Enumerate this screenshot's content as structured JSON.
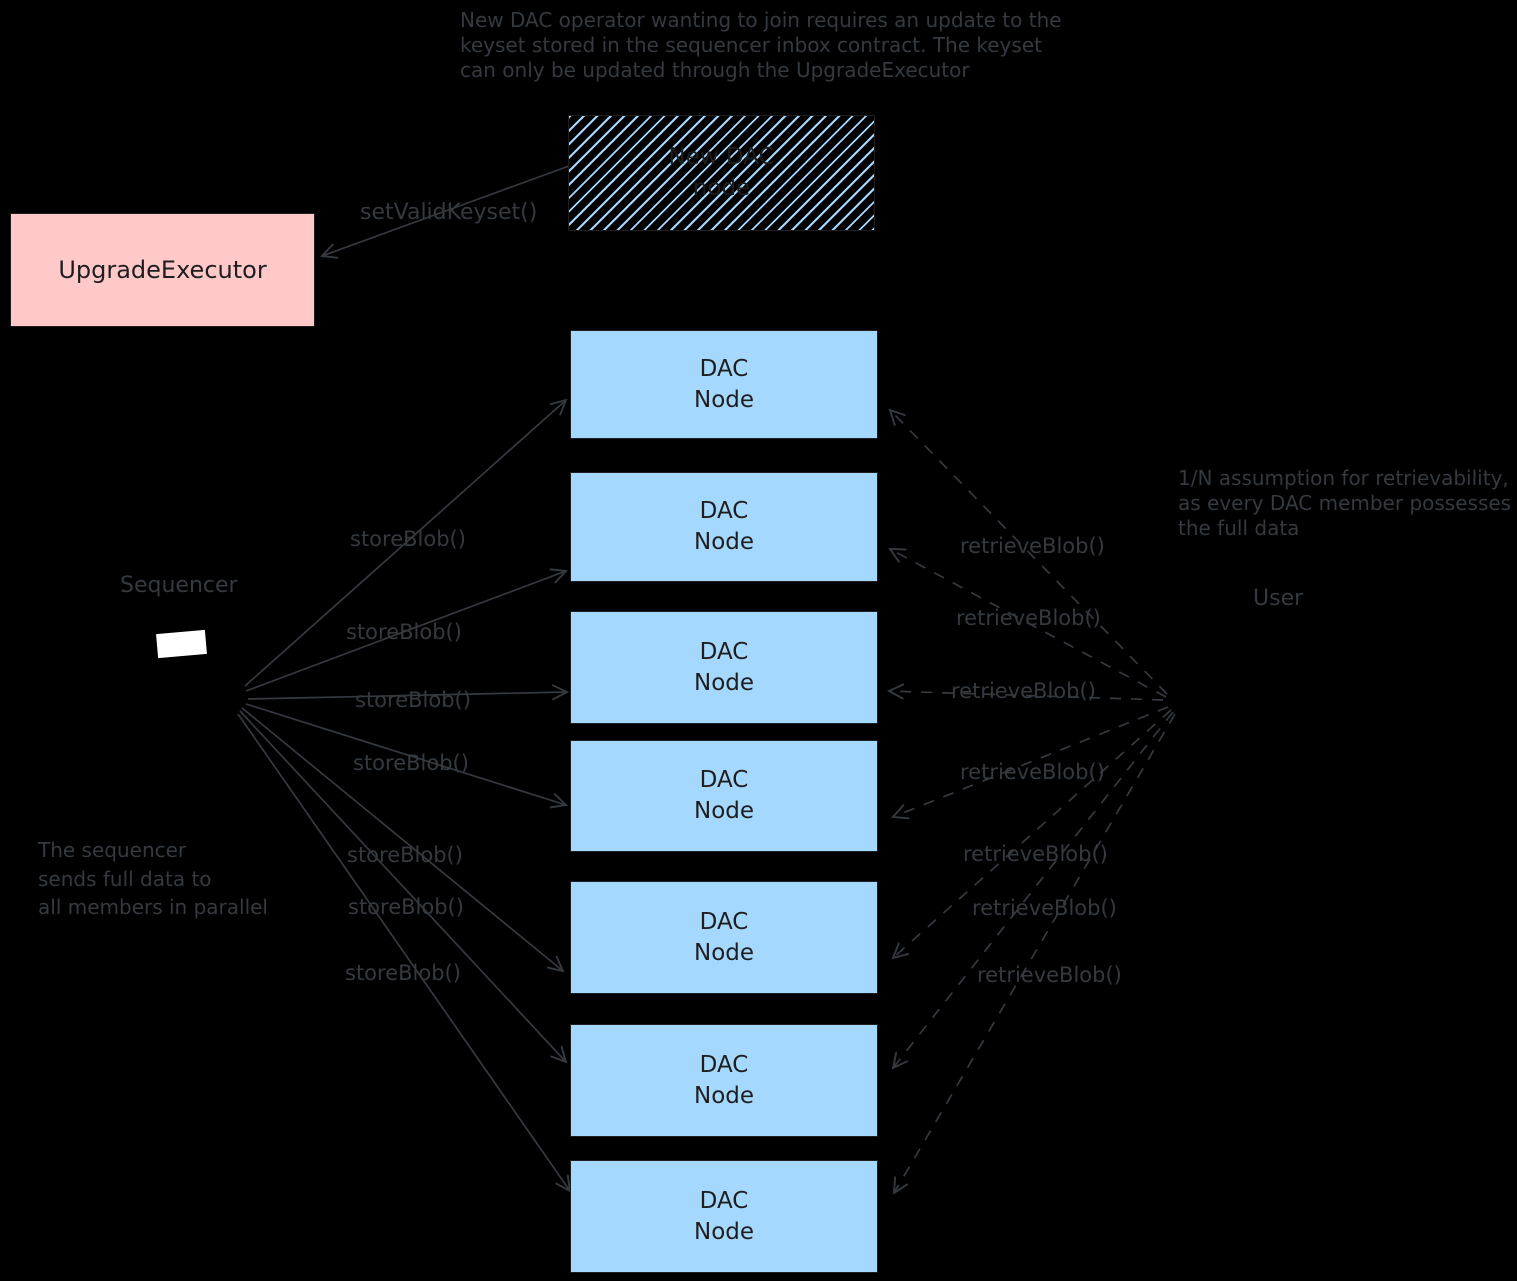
{
  "colors": {
    "background": "#000000",
    "stroke": "#343a40",
    "box_stroke": "#1e1e1e",
    "box_text": "#1e1e1e",
    "node_fill": "#a5d8ff",
    "executor_fill": "#ffc9c9",
    "sequencer_fill": "#ffffff"
  },
  "notes": {
    "top": "New DAC operator wanting to join requires an update to the\nkeyset stored in the sequencer inbox contract. The keyset\ncan only be updated through the UpgradeExecutor",
    "left": "The sequencer\nsends full data to\nall members in parallel",
    "right": "1/N assumption for retrievability,\nas every DAC member possesses\nthe full data"
  },
  "boxes": {
    "new_dac_node": {
      "label": "New DAC\nnode"
    },
    "upgrade_executor": {
      "label": "UpgradeExecutor"
    }
  },
  "actors": {
    "sequencer": {
      "label": "Sequencer"
    },
    "user": {
      "label": "User"
    }
  },
  "dac_nodes": [
    {
      "label": "DAC\nNode"
    },
    {
      "label": "DAC\nNode"
    },
    {
      "label": "DAC\nNode"
    },
    {
      "label": "DAC\nNode"
    },
    {
      "label": "DAC\nNode"
    },
    {
      "label": "DAC\nNode"
    },
    {
      "label": "DAC\nNode"
    }
  ],
  "edges": {
    "set_valid_keyset": {
      "label": "setValidKeyset()"
    },
    "store": [
      {
        "label": "storeBlob()"
      },
      {
        "label": "storeBlob()"
      },
      {
        "label": "storeBlob()"
      },
      {
        "label": "storeBlob()"
      },
      {
        "label": "storeBlob()"
      },
      {
        "label": "storeBlob()"
      },
      {
        "label": "storeBlob()"
      }
    ],
    "retrieve": [
      {
        "label": "retrieveBlob()"
      },
      {
        "label": "retrieveBlob()"
      },
      {
        "label": "retrieveBlob()"
      },
      {
        "label": "retrieveBlob()"
      },
      {
        "label": "retrieveBlob()"
      },
      {
        "label": "retrieveBlob()"
      },
      {
        "label": "retrieveBlob()"
      }
    ]
  }
}
